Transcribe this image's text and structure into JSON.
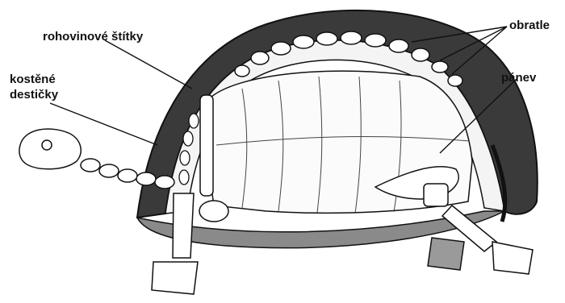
{
  "diagram": {
    "subject": "turtle-skeleton-cross-section",
    "labels": {
      "scutes": "rohovinové štítky",
      "bony_plates_line1": "kostěné",
      "bony_plates_line2": "destičky",
      "vertebrae": "obratle",
      "pelvis": "pánev"
    },
    "colors": {
      "ink": "#111111",
      "paper": "#ffffff",
      "shell_dark": "#3a3a3a",
      "shell_mid": "#8a8a8a",
      "bone": "#f4f4f4"
    }
  }
}
